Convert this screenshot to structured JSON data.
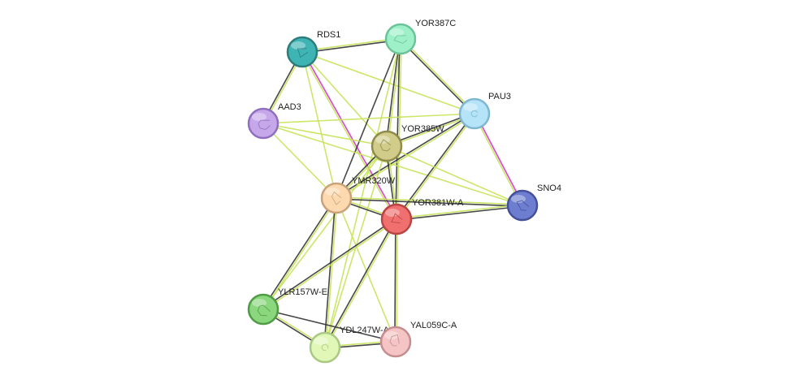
{
  "network": {
    "nodes": [
      {
        "id": "RDS1",
        "label": "RDS1",
        "color": "#3fb4b4",
        "border": "#2e7d7d",
        "icon": "protein-structure-icon"
      },
      {
        "id": "YOR387C",
        "label": "YOR387C",
        "color": "#9df0c8",
        "border": "#6cc39b",
        "icon": "protein-structure-icon"
      },
      {
        "id": "AAD3",
        "label": "AAD3",
        "color": "#c6a8ea",
        "border": "#8f6fbf",
        "icon": "protein-structure-icon"
      },
      {
        "id": "PAU3",
        "label": "PAU3",
        "color": "#b5e3f7",
        "border": "#7fb6d0",
        "icon": "protein-structure-icon"
      },
      {
        "id": "YOR385W",
        "label": "YOR385W",
        "color": "#d2cc8a",
        "border": "#8e8b4c",
        "icon": "protein-structure-icon"
      },
      {
        "id": "YMR320W",
        "label": "YMR320W",
        "color": "#fdd9b0",
        "border": "#c9a27a",
        "icon": "protein-structure-icon"
      },
      {
        "id": "YOR381W-A",
        "label": "YOR381W-A",
        "color": "#f06f6f",
        "border": "#b94444",
        "icon": "protein-structure-icon"
      },
      {
        "id": "SNO4",
        "label": "SNO4",
        "color": "#6d7ed0",
        "border": "#44519a",
        "icon": "protein-structure-icon"
      },
      {
        "id": "YLR157W-E",
        "label": "YLR157W-E",
        "color": "#8ad77d",
        "border": "#4f9c45",
        "icon": "protein-structure-icon"
      },
      {
        "id": "YDL247W-A",
        "label": "YDL247W-A",
        "color": "#e0f7b8",
        "border": "#a9c882",
        "icon": "protein-structure-icon"
      },
      {
        "id": "YAL059C-A",
        "label": "YAL059C-A",
        "color": "#f5c5c5",
        "border": "#c48e8e",
        "icon": "protein-structure-icon"
      }
    ],
    "edges": [
      {
        "a": "RDS1",
        "b": "YOR387C",
        "types": [
          "textmining",
          "coexpression"
        ]
      },
      {
        "a": "RDS1",
        "b": "AAD3",
        "types": [
          "textmining",
          "coexpression"
        ]
      },
      {
        "a": "RDS1",
        "b": "YOR385W",
        "types": [
          "textmining"
        ]
      },
      {
        "a": "RDS1",
        "b": "YMR320W",
        "types": [
          "textmining"
        ]
      },
      {
        "a": "RDS1",
        "b": "YOR381W-A",
        "types": [
          "experiment",
          "textmining"
        ]
      },
      {
        "a": "RDS1",
        "b": "PAU3",
        "types": [
          "textmining"
        ]
      },
      {
        "a": "YOR387C",
        "b": "PAU3",
        "types": [
          "textmining",
          "coexpression"
        ]
      },
      {
        "a": "YOR387C",
        "b": "YOR385W",
        "types": [
          "textmining",
          "coexpression"
        ]
      },
      {
        "a": "YOR387C",
        "b": "YMR320W",
        "types": [
          "coexpression"
        ]
      },
      {
        "a": "YOR387C",
        "b": "YOR381W-A",
        "types": [
          "textmining",
          "coexpression"
        ]
      },
      {
        "a": "YOR387C",
        "b": "YDL247W-A",
        "types": [
          "textmining"
        ]
      },
      {
        "a": "AAD3",
        "b": "PAU3",
        "types": [
          "textmining"
        ]
      },
      {
        "a": "AAD3",
        "b": "YOR385W",
        "types": [
          "textmining"
        ]
      },
      {
        "a": "AAD3",
        "b": "YMR320W",
        "types": [
          "textmining"
        ]
      },
      {
        "a": "AAD3",
        "b": "SNO4",
        "types": [
          "textmining"
        ]
      },
      {
        "a": "PAU3",
        "b": "YOR385W",
        "types": [
          "textmining",
          "coexpression"
        ]
      },
      {
        "a": "PAU3",
        "b": "YMR320W",
        "types": [
          "textmining",
          "coexpression"
        ]
      },
      {
        "a": "PAU3",
        "b": "YOR381W-A",
        "types": [
          "textmining",
          "coexpression"
        ]
      },
      {
        "a": "PAU3",
        "b": "SNO4",
        "types": [
          "experiment",
          "textmining"
        ]
      },
      {
        "a": "YOR385W",
        "b": "YMR320W",
        "types": [
          "textmining",
          "coexpression"
        ]
      },
      {
        "a": "YOR385W",
        "b": "YOR381W-A",
        "types": [
          "textmining",
          "coexpression"
        ]
      },
      {
        "a": "YOR385W",
        "b": "YLR157W-E",
        "types": [
          "textmining"
        ]
      },
      {
        "a": "YOR385W",
        "b": "YDL247W-A",
        "types": [
          "textmining"
        ]
      },
      {
        "a": "YOR385W",
        "b": "SNO4",
        "types": [
          "textmining"
        ]
      },
      {
        "a": "YMR320W",
        "b": "YOR381W-A",
        "types": [
          "textmining",
          "coexpression"
        ]
      },
      {
        "a": "YMR320W",
        "b": "SNO4",
        "types": [
          "textmining",
          "coexpression"
        ]
      },
      {
        "a": "YMR320W",
        "b": "YLR157W-E",
        "types": [
          "textmining",
          "coexpression"
        ]
      },
      {
        "a": "YMR320W",
        "b": "YDL247W-A",
        "types": [
          "textmining",
          "coexpression"
        ]
      },
      {
        "a": "YMR320W",
        "b": "YAL059C-A",
        "types": [
          "textmining"
        ]
      },
      {
        "a": "YOR381W-A",
        "b": "SNO4",
        "types": [
          "textmining",
          "coexpression"
        ]
      },
      {
        "a": "YOR381W-A",
        "b": "YLR157W-E",
        "types": [
          "textmining",
          "coexpression"
        ]
      },
      {
        "a": "YOR381W-A",
        "b": "YDL247W-A",
        "types": [
          "textmining",
          "coexpression"
        ]
      },
      {
        "a": "YOR381W-A",
        "b": "YAL059C-A",
        "types": [
          "textmining",
          "coexpression"
        ]
      },
      {
        "a": "YLR157W-E",
        "b": "YDL247W-A",
        "types": [
          "textmining",
          "coexpression"
        ]
      },
      {
        "a": "YLR157W-E",
        "b": "YAL059C-A",
        "types": [
          "coexpression"
        ]
      },
      {
        "a": "YDL247W-A",
        "b": "YAL059C-A",
        "types": [
          "textmining",
          "coexpression"
        ]
      }
    ],
    "edge_colors": {
      "textmining": "#c6e35a",
      "coexpression": "#333333",
      "experiment": "#d62ed6"
    }
  }
}
